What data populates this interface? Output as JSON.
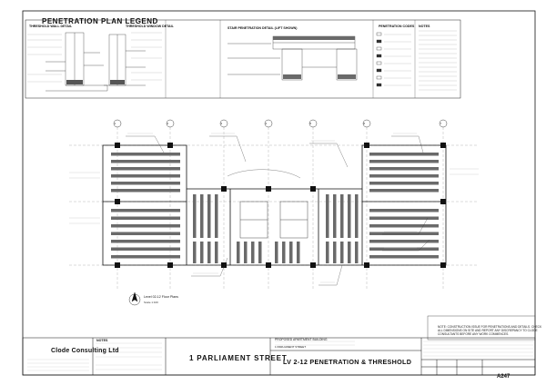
{
  "legend": {
    "title": "PENETRATION PLAN LEGEND",
    "sections": [
      "THRESHOLD WALL DETAIL",
      "THRESHOLD WINDOW DETAIL",
      "STAIR PENETRATION DETAIL (LIFT SHOWN)",
      "PENETRATION CODES",
      "NOTES"
    ]
  },
  "plan": {
    "grid_labels": [
      "1",
      "2",
      "3",
      "4",
      "5",
      "6",
      "7"
    ],
    "caption": "Level 02-12 Floor Plans",
    "scale": "Scale 1:100"
  },
  "title_block": {
    "company": "Clode Consulting Ltd",
    "notes_heading": "NOTES",
    "address": "1 PARLIAMENT STREET",
    "project": "PROPOSED APARTMENT BUILDING",
    "project_address": "1 PARLIAMENT STREET",
    "drawing_title": "LV 2-12  PENETRATION & THRESHOLD",
    "drawing_number": "A247",
    "note": "NOTE: CONSTRUCTION ISSUE FOR PENETRATIONS AND DETAILS. CHECK ALL DIMENSIONS ON SITE AND REPORT ANY DISCREPANCY TO CLODE CONSULTANTS BEFORE ANY WORK COMMENCES."
  },
  "colors": {
    "ink": "#111111",
    "paper": "#ffffff",
    "hatch": "#6a6a6a"
  }
}
